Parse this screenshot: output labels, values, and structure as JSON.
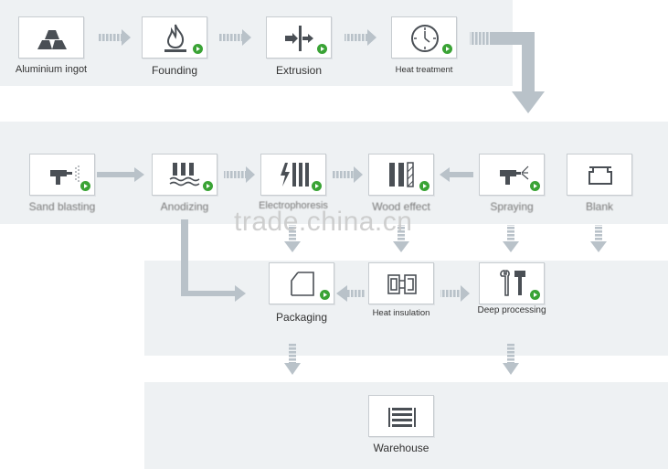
{
  "steps": {
    "aluminium_ingot": "Aluminium ingot",
    "founding": "Founding",
    "extrusion": "Extrusion",
    "heat_treatment": "Heat treatment",
    "sand_blasting": "Sand blasting",
    "anodizing": "Anodizing",
    "electrophoresis": "Electrophoresis",
    "wood_effect": "Wood effect",
    "spraying": "Spraying",
    "blank": "Blank",
    "packaging": "Packaging",
    "heat_insulation": "Heat insulation",
    "deep_processing": "Deep processing",
    "warehouse": "Warehouse"
  },
  "watermark": "trade.china.cn",
  "colors": {
    "band": "#eef1f3",
    "arrow": "#b9c2c9",
    "play": "#3aa335",
    "icon": "#4a4f55"
  }
}
